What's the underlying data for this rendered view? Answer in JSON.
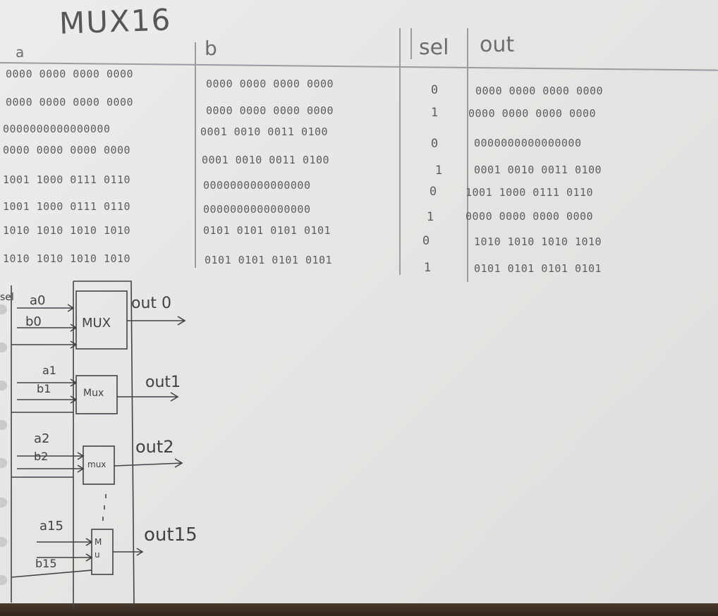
{
  "title": "MUX16",
  "table": {
    "headers": {
      "a": "a",
      "b": "b",
      "sel": "sel",
      "out": "out"
    },
    "rows": [
      {
        "a": "0000 0000 0000 0000",
        "b": "0000 0000 0000 0000",
        "sel": "0",
        "out": "0000 0000 0000 0000"
      },
      {
        "a": "0000 0000 0000 0000",
        "b": "0000 0000 0000 0000",
        "sel": "1",
        "out": "0000 0000 0000 0000"
      },
      {
        "a": "0000000000000000",
        "b": "0001 0010 0011 0100",
        "sel": "0",
        "out": "0000000000000000"
      },
      {
        "a": "0000 0000 0000 0000",
        "b": "0001 0010 0011 0100",
        "sel": "1",
        "out": "0001 0010 0011 0100"
      },
      {
        "a": "1001 1000 0111 0110",
        "b": "0000000000000000",
        "sel": "0",
        "out": "1001 1000 0111 0110"
      },
      {
        "a": "1001 1000 0111 0110",
        "b": "0000000000000000",
        "sel": "1",
        "out": "0000 0000 0000 0000"
      },
      {
        "a": "1010 1010 1010 1010",
        "b": "0101 0101 0101 0101",
        "sel": "0",
        "out": "1010 1010 1010 1010"
      },
      {
        "a": "1010 1010 1010 1010",
        "b": "0101 0101 0101 0101",
        "sel": "1",
        "out": "0101 0101 0101 0101"
      }
    ]
  },
  "circuit": {
    "sel_label": "sel",
    "stages": [
      {
        "in_a": "a0",
        "in_b": "b0",
        "block": "MUX",
        "out": "out 0"
      },
      {
        "in_a": "a1",
        "in_b": "b1",
        "block": "Mux",
        "out": "out1"
      },
      {
        "in_a": "a2",
        "in_b": "b2",
        "block": "mux",
        "out": "out2"
      },
      {
        "in_a": "a15",
        "in_b": "b15",
        "block": "M u",
        "out": "out15"
      }
    ]
  }
}
